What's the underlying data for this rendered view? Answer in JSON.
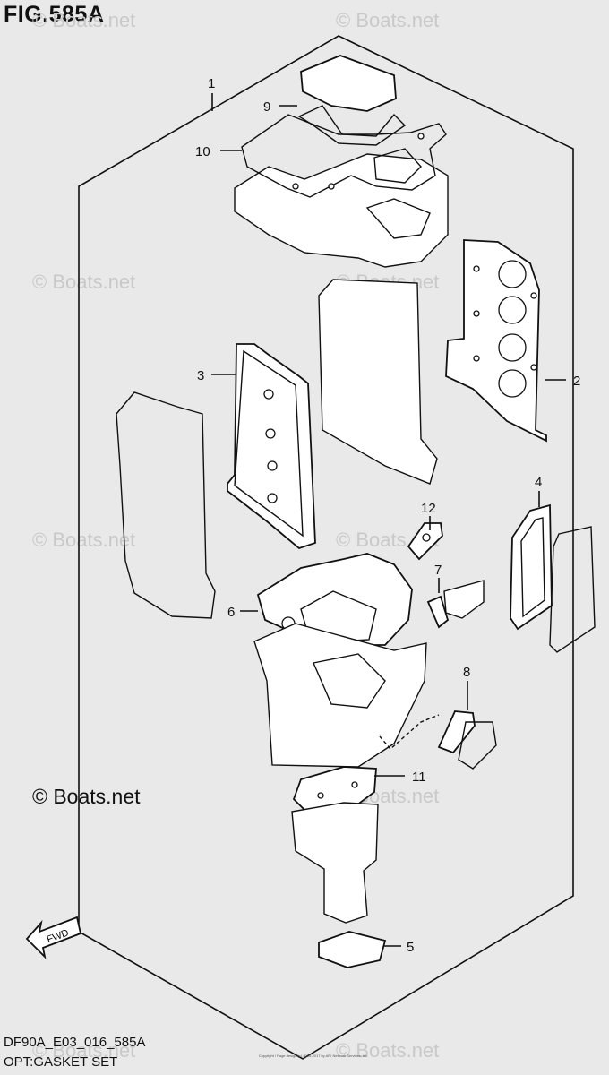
{
  "figure": {
    "title": "FIG.585A"
  },
  "watermarks": [
    "© Boats.net",
    "© Boats.net",
    "© Boats.net",
    "© Boats.net",
    "© Boats.net",
    "© Boats.net",
    "© Boats.net",
    "© Boats.net",
    "© Boats.net"
  ],
  "copyright": "© Boats.net",
  "footer": {
    "model_code": "DF90A_E03_016_585A",
    "set_name": "OPT:GASKET SET",
    "fine_print": "Copyright / Page design (c) 2005-2017 by ARI Network Services, Inc."
  },
  "fwd_label": "FWD",
  "callouts": [
    "1",
    "2",
    "3",
    "4",
    "5",
    "6",
    "7",
    "8",
    "9",
    "10",
    "11",
    "12"
  ]
}
